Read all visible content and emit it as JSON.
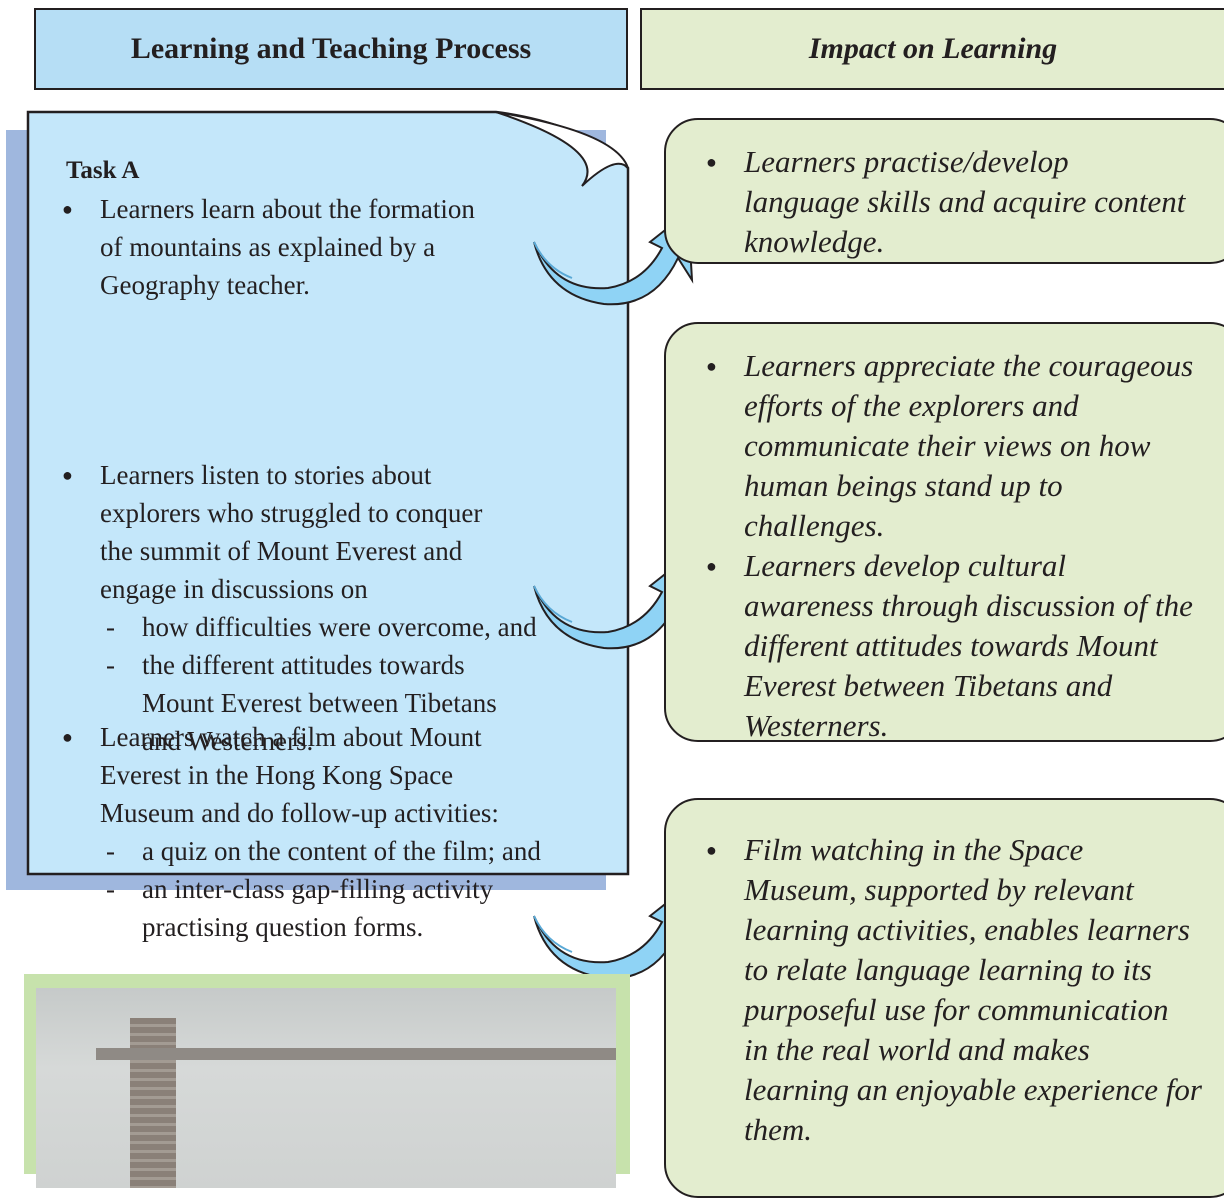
{
  "header": {
    "left_title": "Learning and Teaching Process",
    "right_title": "Impact on Learning"
  },
  "task": {
    "title": "Task A",
    "bullets": [
      {
        "text": [
          "Learners learn about the formation",
          "of mountains as explained by a",
          "Geography teacher."
        ]
      },
      {
        "text": [
          "Learners listen to stories about",
          "explorers who struggled to conquer",
          "the summit of Mount Everest and",
          "engage in discussions on"
        ],
        "subs": [
          [
            "how difficulties were overcome, and"
          ],
          [
            "the different attitudes towards",
            "Mount Everest between Tibetans",
            "and Westerners."
          ]
        ]
      },
      {
        "text": [
          "Learners watch a film about Mount",
          "Everest in the Hong Kong Space",
          "Museum and do follow-up activities:"
        ],
        "subs": [
          [
            "a quiz on the content of the film; and"
          ],
          [
            "an inter-class gap-filling activity",
            "practising question forms."
          ]
        ]
      }
    ]
  },
  "impact": [
    {
      "items": [
        [
          "Learners practise/develop",
          "language skills and acquire content",
          "knowledge."
        ]
      ]
    },
    {
      "items": [
        [
          "Learners appreciate the courageous",
          "efforts of the explorers and",
          "communicate their views on how",
          "human beings stand up to",
          "challenges."
        ],
        [
          "Learners develop cultural",
          "awareness through discussion of the",
          "different attitudes towards Mount",
          "Everest between Tibetans and",
          "Westerners."
        ]
      ]
    },
    {
      "items": [
        [
          "Film watching in the Space",
          "Museum, supported by relevant",
          "learning activities, enables learners",
          "to relate language learning to its",
          "purposeful use for communication",
          "in the real world and makes",
          "learning an enjoyable experience for",
          "them."
        ]
      ]
    }
  ],
  "colors": {
    "process_header": "#b6def5",
    "impact_box": "#e3edcf",
    "task_panel": "#c4e7fa",
    "task_shadow": "#9fb7de",
    "arrow": "#8fd3f5",
    "photo_frame": "#c7e2ac"
  },
  "icons": {
    "arrow": "curved-arrow-icon",
    "bullet": "bullet-dot-icon"
  }
}
